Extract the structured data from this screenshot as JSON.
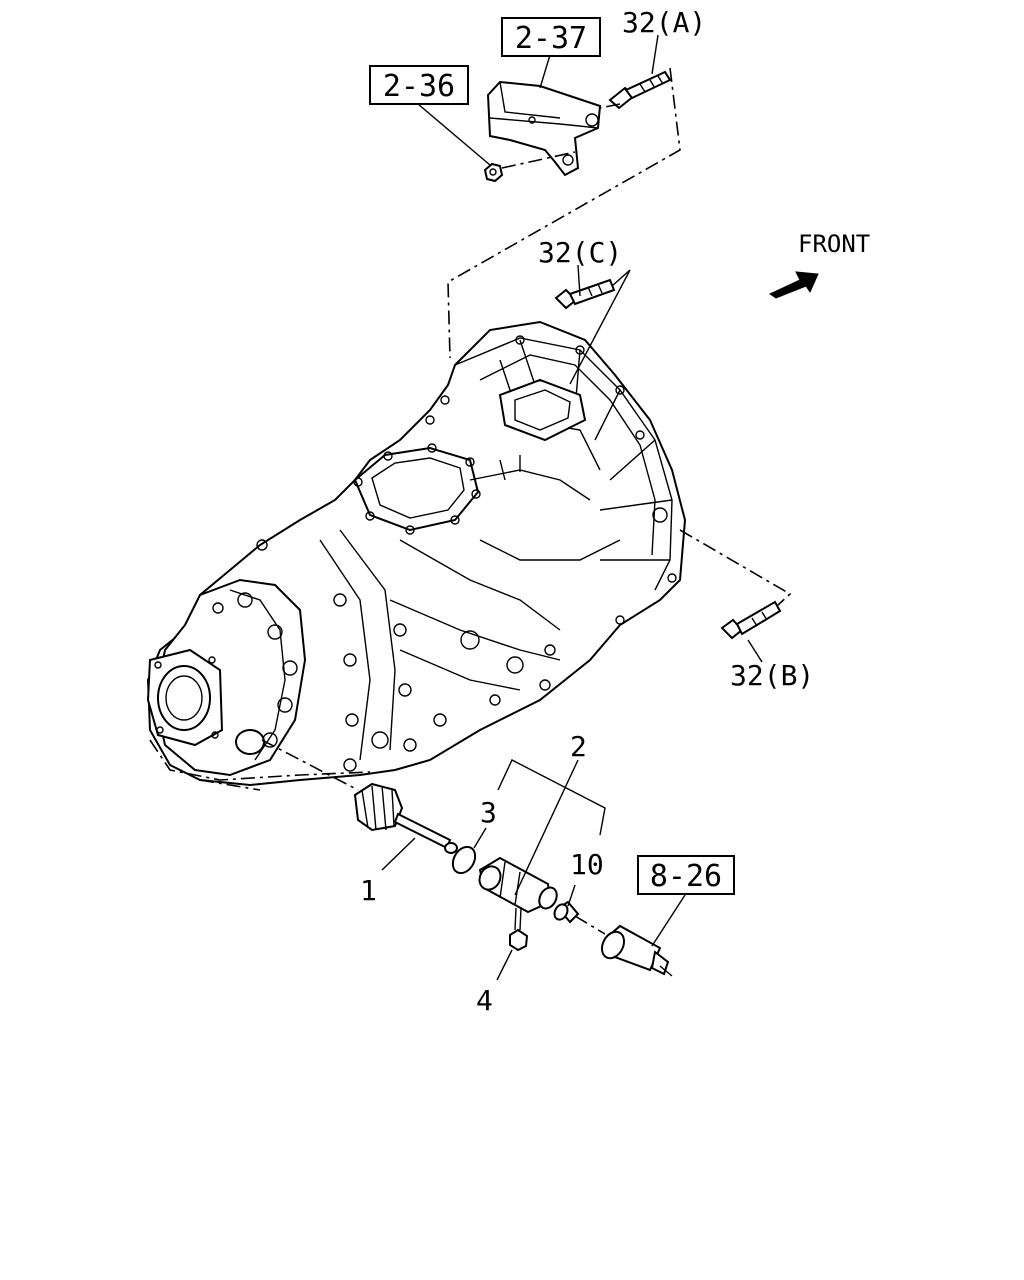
{
  "front_indicator": "FRONT",
  "callouts": {
    "ref_2_37": "2-37",
    "ref_2_36": "2-36",
    "ref_8_26": "8-26",
    "bolt_a": "32(A)",
    "bolt_b": "32(B)",
    "bolt_c": "32(C)",
    "part_1": "1",
    "part_2": "2",
    "part_3": "3",
    "part_4": "4",
    "part_10": "10"
  },
  "colors": {
    "line": "#000000",
    "background": "#ffffff"
  }
}
